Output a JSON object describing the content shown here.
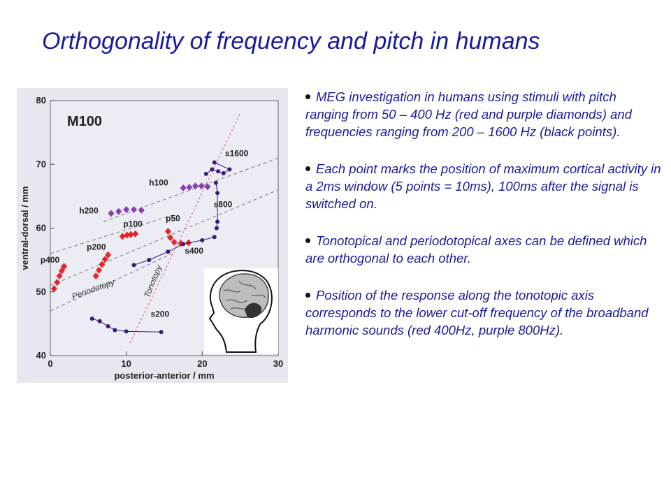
{
  "title": "Orthogonality of frequency and pitch in humans",
  "bullets": [
    "MEG investigation in humans using stimuli with pitch ranging from 50 – 400 Hz (red and purple diamonds) and frequencies ranging from 200 – 1600 Hz (black points).",
    "Each point marks the position of maximum cortical activity in a 2ms window (5 points = 10ms), 100ms after the signal is switched on.",
    "Tonotopical and periodotopical axes can be defined which are orthogonal to each other.",
    "Position of the response along the tonotopic axis  corresponds to the lower cut-off frequency of the broadband harmonic sounds (red 400Hz, purple 800Hz)."
  ],
  "colors": {
    "text": "#1a1a9c",
    "red": "#e8242a",
    "purple": "#8a3fb0",
    "black_points": "#3a1a7a",
    "dashed": "#8a8a8a",
    "tonotopy": "#e87a9a"
  },
  "chart_data": {
    "type": "scatter",
    "title": "M100",
    "xlabel": "posterior-anterior / mm",
    "ylabel": "ventral-dorsal / mm",
    "xlim": [
      0,
      30
    ],
    "ylim": [
      40,
      80
    ],
    "xticks": [
      "0",
      "10",
      "20",
      "30"
    ],
    "yticks": [
      "40",
      "50",
      "60",
      "70",
      "80"
    ],
    "grid": false,
    "series": [
      {
        "name": "p400",
        "color": "red",
        "marker": "diamond",
        "points": [
          [
            0.5,
            50.5
          ],
          [
            0.9,
            51.5
          ],
          [
            1.2,
            52.5
          ],
          [
            1.5,
            53.3
          ],
          [
            1.8,
            54
          ]
        ]
      },
      {
        "name": "p200",
        "color": "red",
        "marker": "diamond",
        "points": [
          [
            6,
            52.5
          ],
          [
            6.4,
            53.4
          ],
          [
            6.8,
            54.3
          ],
          [
            7.2,
            55.1
          ],
          [
            7.6,
            55.8
          ]
        ]
      },
      {
        "name": "p100",
        "color": "red",
        "marker": "diamond",
        "points": [
          [
            9.5,
            58.7
          ],
          [
            10.1,
            58.9
          ],
          [
            10.6,
            59.0
          ],
          [
            11.2,
            59.1
          ]
        ]
      },
      {
        "name": "p50",
        "color": "red",
        "marker": "diamond",
        "points": [
          [
            15.5,
            59.5
          ],
          [
            15.8,
            58.5
          ],
          [
            16.3,
            57.8
          ],
          [
            17.2,
            57.6
          ],
          [
            18.2,
            57.7
          ]
        ]
      },
      {
        "name": "h200",
        "color": "purple",
        "marker": "diamond",
        "points": [
          [
            8,
            62.3
          ],
          [
            9,
            62.6
          ],
          [
            10,
            62.9
          ],
          [
            11,
            62.9
          ],
          [
            12,
            62.8
          ]
        ]
      },
      {
        "name": "h100",
        "color": "purple",
        "marker": "diamond",
        "points": [
          [
            17.5,
            66.3
          ],
          [
            18.3,
            66.4
          ],
          [
            19.1,
            66.6
          ],
          [
            19.9,
            66.6
          ],
          [
            20.7,
            66.5
          ]
        ]
      },
      {
        "name": "s1600",
        "color": "black",
        "marker": "dot",
        "points": [
          [
            20.5,
            68.5
          ],
          [
            21.3,
            69.2
          ],
          [
            22.1,
            68.9
          ],
          [
            22.8,
            68.6
          ],
          [
            23.6,
            69.2
          ],
          [
            21.6,
            70.3
          ]
        ]
      },
      {
        "name": "s800",
        "color": "black",
        "marker": "dot",
        "points": [
          [
            21.8,
            67.1
          ],
          [
            22,
            65.5
          ],
          [
            22,
            61
          ],
          [
            21.9,
            60.0
          ]
        ]
      },
      {
        "name": "s400",
        "color": "black",
        "marker": "dot",
        "points": [
          [
            11,
            54.2
          ],
          [
            13,
            55.0
          ],
          [
            15.5,
            56.3
          ],
          [
            17.5,
            57.5
          ],
          [
            20,
            58.1
          ],
          [
            21.6,
            58.6
          ]
        ]
      },
      {
        "name": "s200",
        "color": "black",
        "marker": "dot",
        "points": [
          [
            5.5,
            45.8
          ],
          [
            6.5,
            45.4
          ],
          [
            7.6,
            44.6
          ],
          [
            8.5,
            44.0
          ],
          [
            10,
            43.8
          ],
          [
            14.6,
            43.7
          ]
        ]
      }
    ],
    "axis_lines": [
      {
        "label": "Periodotopy"
      },
      {
        "label": "Tonotopy"
      }
    ]
  }
}
